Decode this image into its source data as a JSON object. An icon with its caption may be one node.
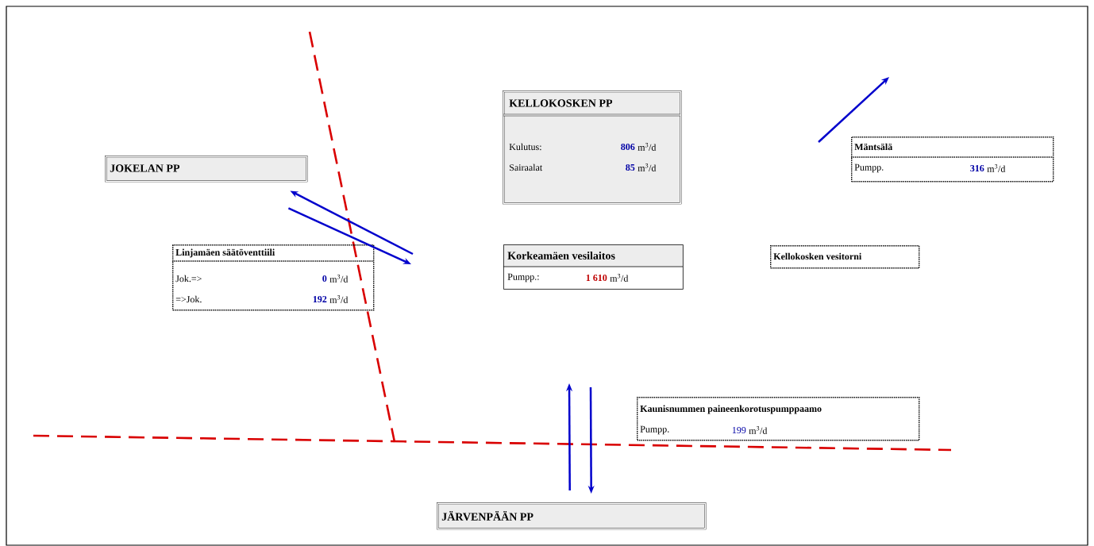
{
  "diagram": {
    "nodes": [
      {
        "text": [
          "JOKELAN PP"
        ]
      },
      {
        "text": [
          "KELLOKOSKEN PP",
          "Kulutus:",
          "806",
          "m$^{3}$/d",
          "Sairaalat",
          "85",
          "m$^{3}$/d"
        ]
      },
      {
        "text": [
          "Linjamäen säätöventtiili",
          "Jok.=>",
          "0",
          "m$^{3}$/d",
          "=>Jok.",
          "192",
          "m$^{3}$/d"
        ]
      },
      {
        "text": [
          "Korkeamäen vesilaitos",
          "Pumpp.:",
          "1 610",
          "m$^{3}$/d"
        ]
      },
      {
        "text": [
          "Mäntsälä",
          "Pumpp.",
          "316",
          "m$^{3}$/d"
        ]
      },
      {
        "text": [
          "Kellokosken vesitorni"
        ]
      },
      {
        "text": [
          "Kaunisnummen paineenkorotuspumppaamo",
          "Pumpp.",
          "199",
          "m$^{3}$/d"
        ]
      },
      {
        "text": [
          "JÄRVENPÄÄN PP"
        ]
      }
    ],
    "edges": [
      {
        "from": null,
        "to": 0,
        "arrow": "to"
      },
      {
        "from": 0,
        "to": null,
        "arrow": "to"
      },
      {
        "from": 7,
        "to": null,
        "arrow": "to"
      },
      {
        "from": null,
        "to": 7,
        "arrow": "to"
      }
    ]
  }
}
